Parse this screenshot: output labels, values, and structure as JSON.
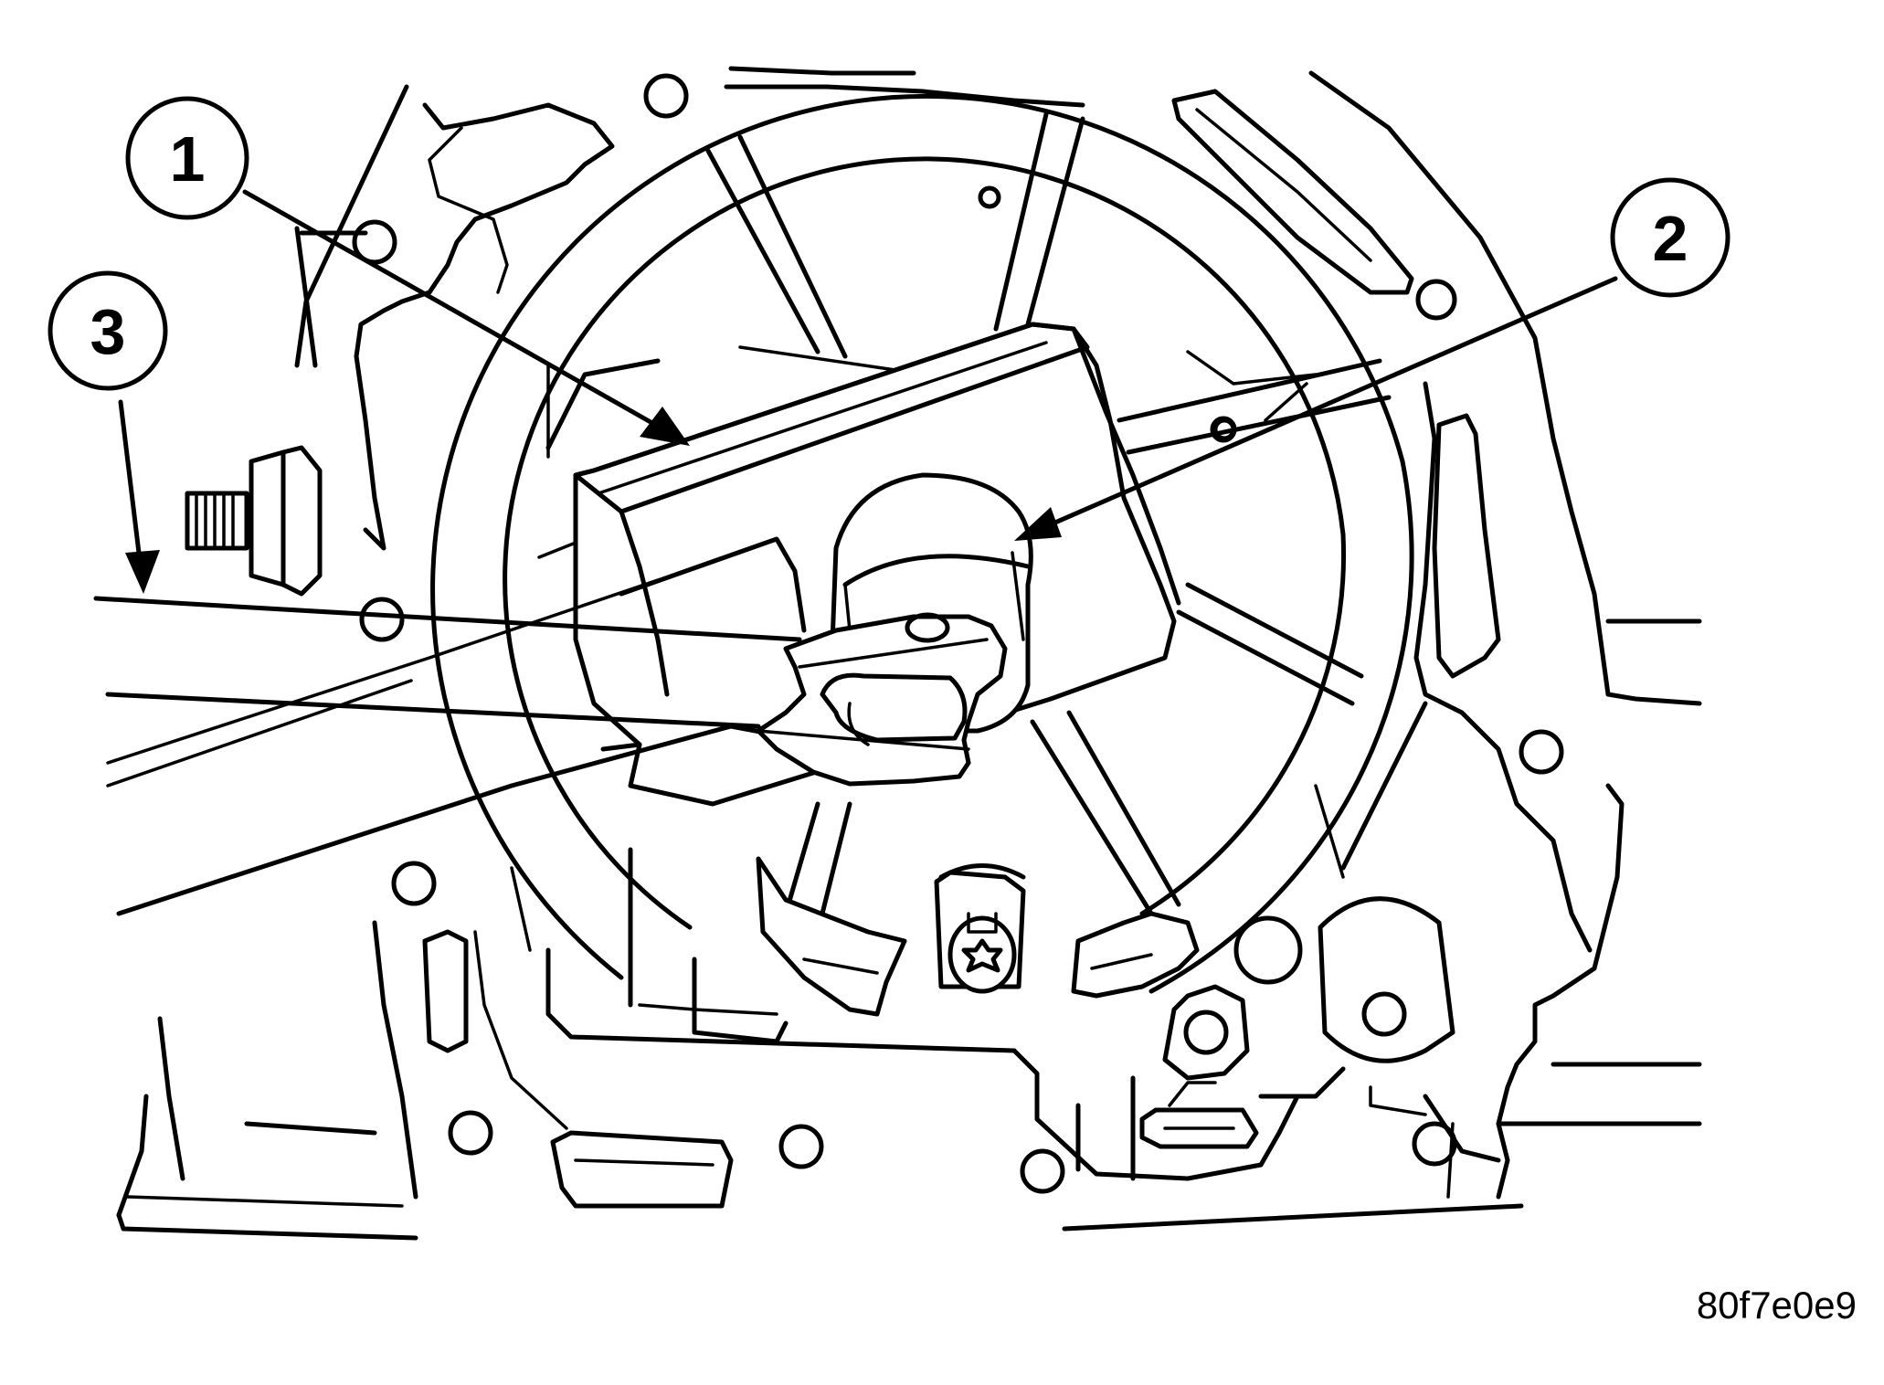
{
  "callouts": [
    {
      "number": "1"
    },
    {
      "number": "2"
    },
    {
      "number": "3"
    }
  ],
  "figure_id": "80f7e0e9",
  "colors": {
    "ink": "#000000",
    "paper": "#ffffff"
  }
}
